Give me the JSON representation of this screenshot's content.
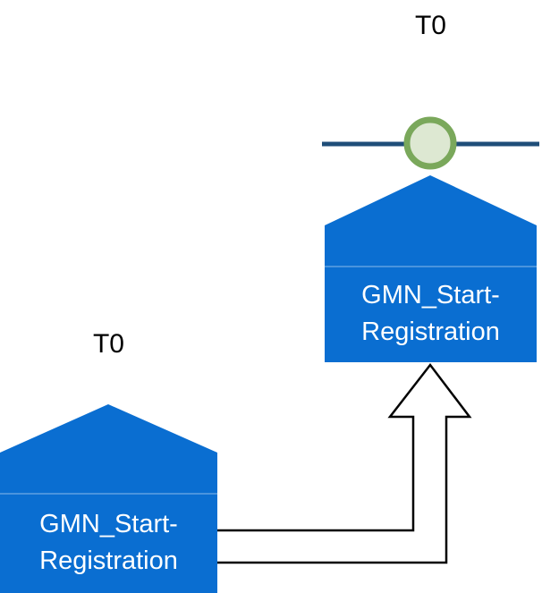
{
  "diagram": {
    "title": "process start event diagram",
    "colors": {
      "background": "#ffffff",
      "shape_blue": "#0a6ed1",
      "shape_seam": "rgba(255,255,255,0.35)",
      "timeline_navy": "#1f4e79",
      "event_circle_stroke": "#7aa85b",
      "event_circle_fill": "#dde8d2",
      "arrow_fill": "#ffffff",
      "arrow_stroke": "#000000",
      "timer_text_color": "#000000",
      "shape_text_color": "#ffffff"
    },
    "right_group": {
      "timer_label": "T0",
      "shape_label_line1": "GMN_Start-",
      "shape_label_line2": "Registration"
    },
    "left_group": {
      "timer_label": "T0",
      "shape_label_line1": "GMN_Start-",
      "shape_label_line2": "Registration"
    }
  }
}
